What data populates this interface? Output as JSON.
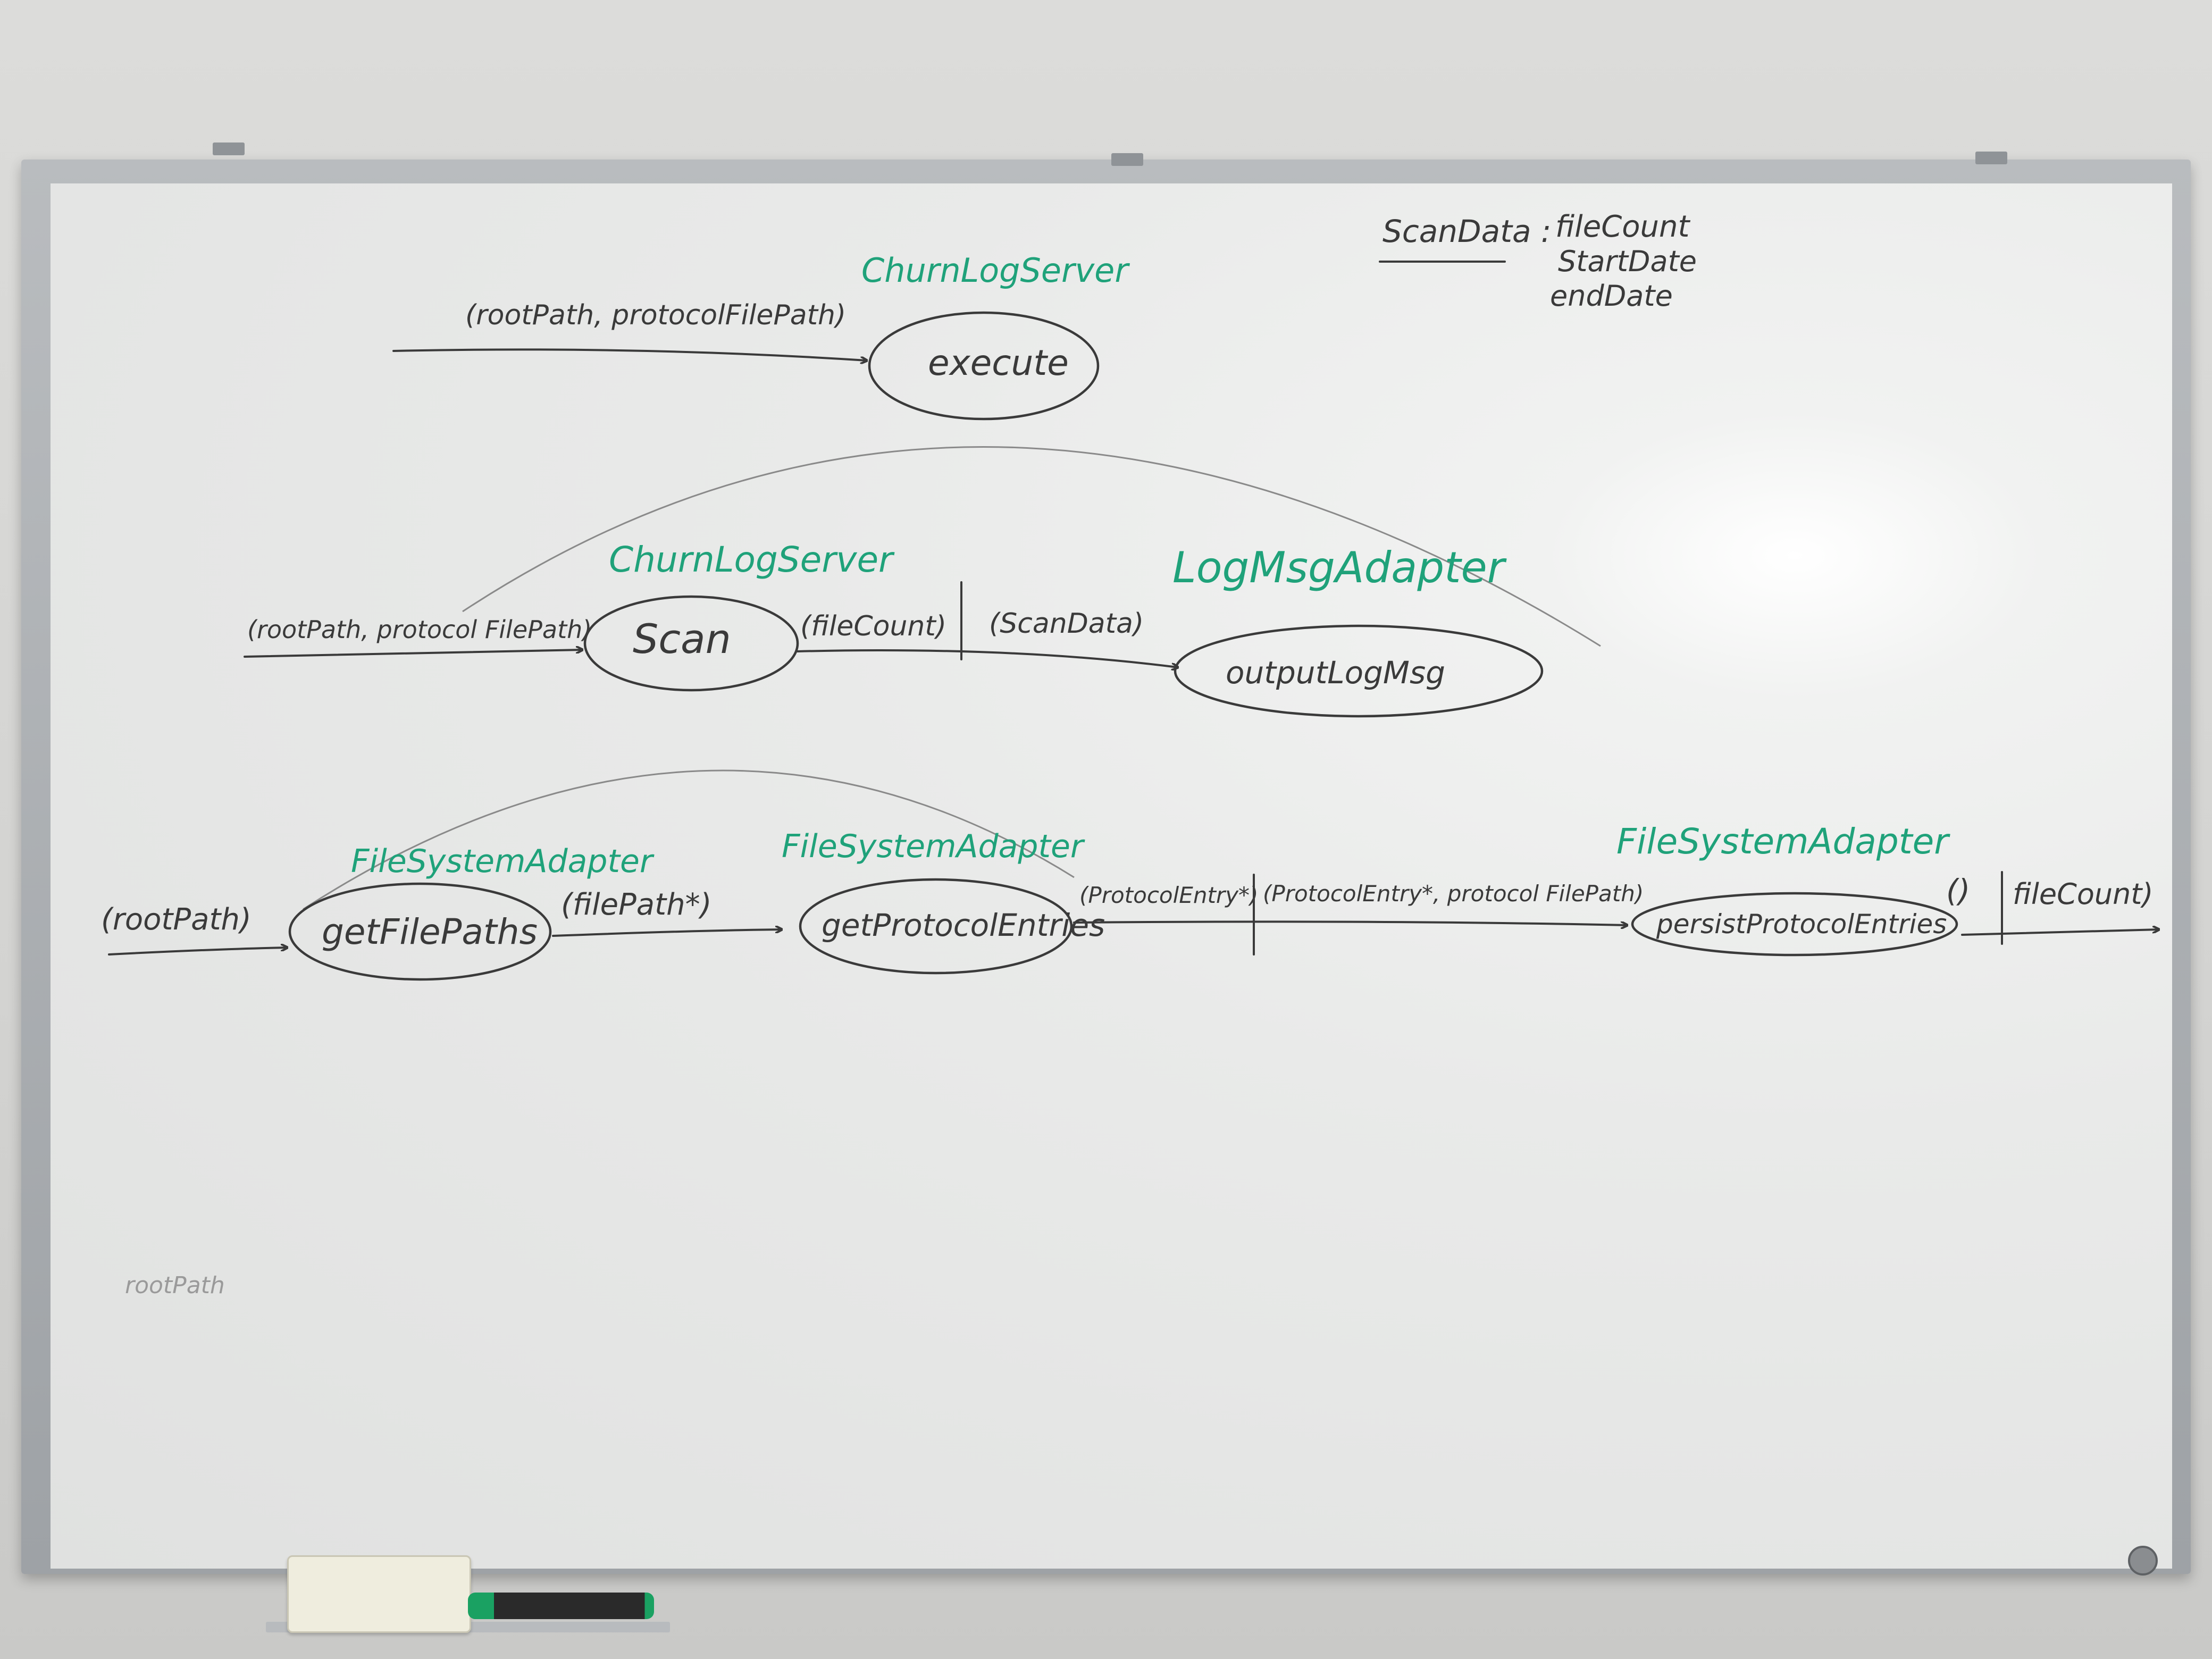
{
  "colors": {
    "ink": "#3a3a3a",
    "green_marker": "#1fa27a",
    "board": "#e9eae9"
  },
  "diagram": {
    "scan_data": {
      "label": "ScanData :",
      "fields": [
        "fileCount",
        "StartDate",
        "endDate"
      ]
    },
    "row1": {
      "component": "ChurnLogServer",
      "input": "(rootPath, protocolFilePath)",
      "node": "execute"
    },
    "row2": {
      "component_left": "ChurnLogServer",
      "component_right": "LogMsgAdapter",
      "input": "(rootPath, protocol FilePath)",
      "node_left": "Scan",
      "edge_a": "(fileCount)",
      "edge_b": "(ScanData)",
      "node_right": "outputLogMsg"
    },
    "row3": {
      "component_1": "FileSystemAdapter",
      "component_2": "FileSystemAdapter",
      "component_3": "FileSystemAdapter",
      "input": "(rootPath)",
      "node_1": "getFilePaths",
      "edge_1": "(filePath*)",
      "node_2": "getProtocolEntries",
      "edge_2a": "(ProtocolEntry*)",
      "edge_2b": "(ProtocolEntry*, protocol FilePath)",
      "node_3": "persistProtocolEntries",
      "edge_3a": "()",
      "edge_3b": "fileCount)"
    },
    "stray": "rootPath"
  }
}
